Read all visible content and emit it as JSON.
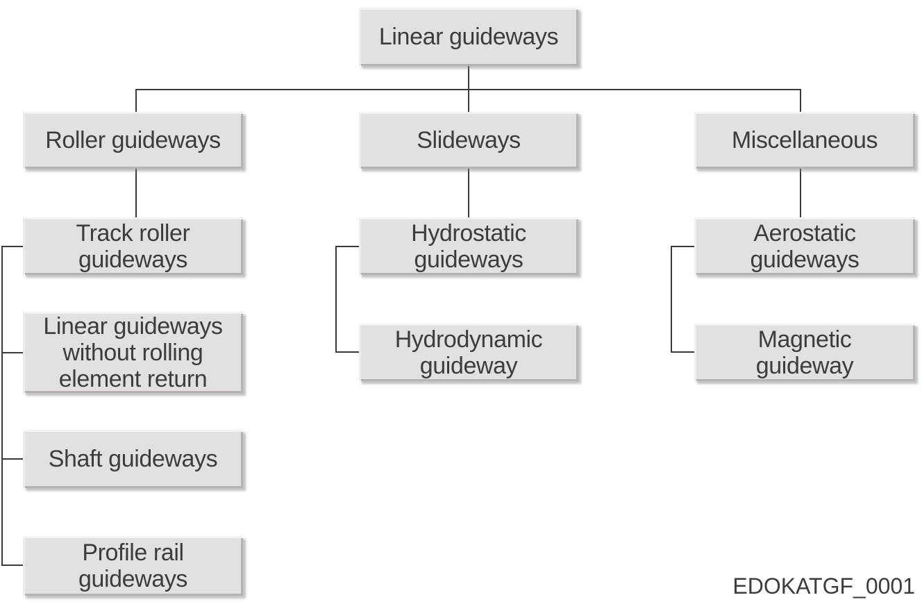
{
  "nodes": {
    "root": {
      "label": "Linear guideways"
    },
    "roller": {
      "label": "Roller guideways"
    },
    "slideways": {
      "label": "Slideways"
    },
    "miscellaneous": {
      "label": "Miscellaneous"
    },
    "track_roller": {
      "label": "Track roller\nguideways"
    },
    "hydrostatic": {
      "label": "Hydrostatic\nguideways"
    },
    "aerostatic": {
      "label": "Aerostatic\nguideways"
    },
    "linear_no_return": {
      "label": "Linear guideways\nwithout rolling\nelement return"
    },
    "hydrodynamic": {
      "label": "Hydrodynamic\nguideway"
    },
    "magnetic": {
      "label": "Magnetic\nguideway"
    },
    "shaft": {
      "label": "Shaft guideways"
    },
    "profile_rail": {
      "label": "Profile rail\nguideways"
    }
  },
  "tree": {
    "Linear guideways": {
      "Roller guideways": [
        "Track roller guideways",
        "Linear guideways without rolling element return",
        "Shaft guideways",
        "Profile rail guideways"
      ],
      "Slideways": [
        "Hydrostatic guideways",
        "Hydrodynamic guideway"
      ],
      "Miscellaneous": [
        "Aerostatic guideways",
        "Magnetic guideway"
      ]
    }
  },
  "footer": {
    "code": "EDOKATGF_0001"
  },
  "colors": {
    "background": "#ffffff",
    "box_fill": "#e2e0e0",
    "box_highlight": "#f4f3f3",
    "box_highlight2": "#eeecec",
    "box_shadow_edge": "#b6b3b3",
    "box_drop_shadow": "rgba(125,121,121,0.45)",
    "line": "#3a3a3a",
    "text": "#3e3b3d"
  }
}
